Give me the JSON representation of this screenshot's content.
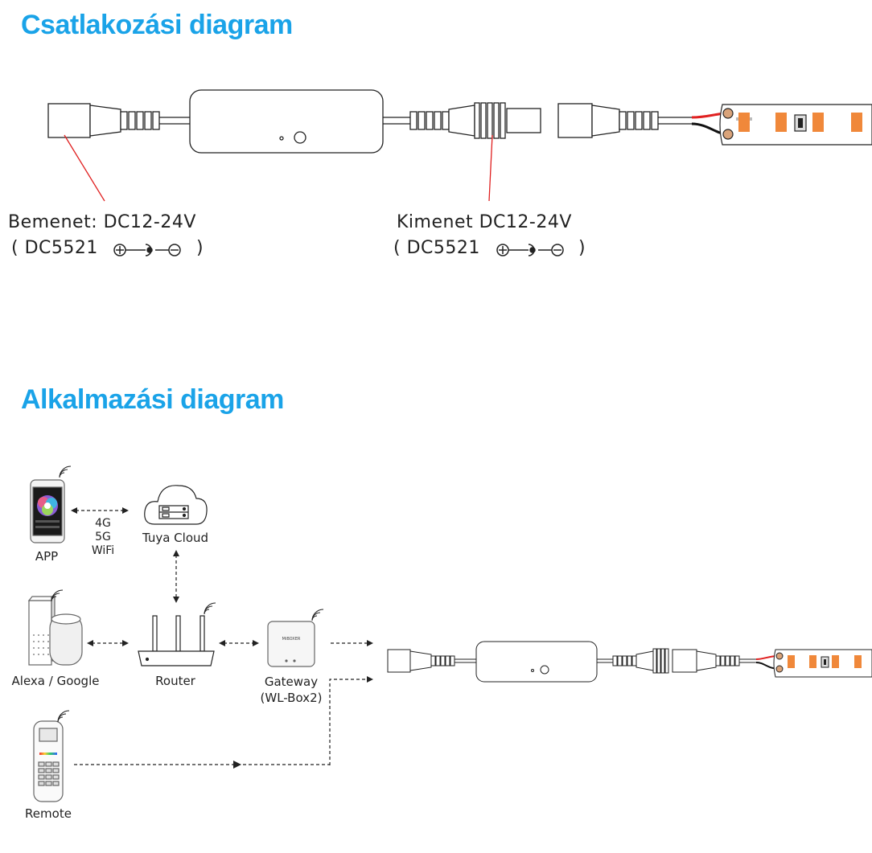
{
  "headings": {
    "connection": "Csatlakozási diagram",
    "application": "Alkalmazási diagram"
  },
  "connection": {
    "input_label": "Bemenet: DC12-24V",
    "input_connector": "( DC5521",
    "input_close": ")",
    "output_label": "Kimenet DC12-24V",
    "output_connector": "( DC5521",
    "output_close": ")"
  },
  "application": {
    "app_label": "APP",
    "network_types": [
      "4G",
      "5G",
      "WiFi"
    ],
    "cloud_label": "Tuya Cloud",
    "voice_label": "Alexa / Google",
    "router_label": "Router",
    "gateway_label": "Gateway",
    "gateway_model": "(WL-Box2)",
    "remote_label": "Remote",
    "gateway_brand": "MiBOXER"
  },
  "colors": {
    "heading": "#1aa3e8",
    "pointer": "#e02020",
    "led": "#f0883a",
    "line": "#222222"
  }
}
